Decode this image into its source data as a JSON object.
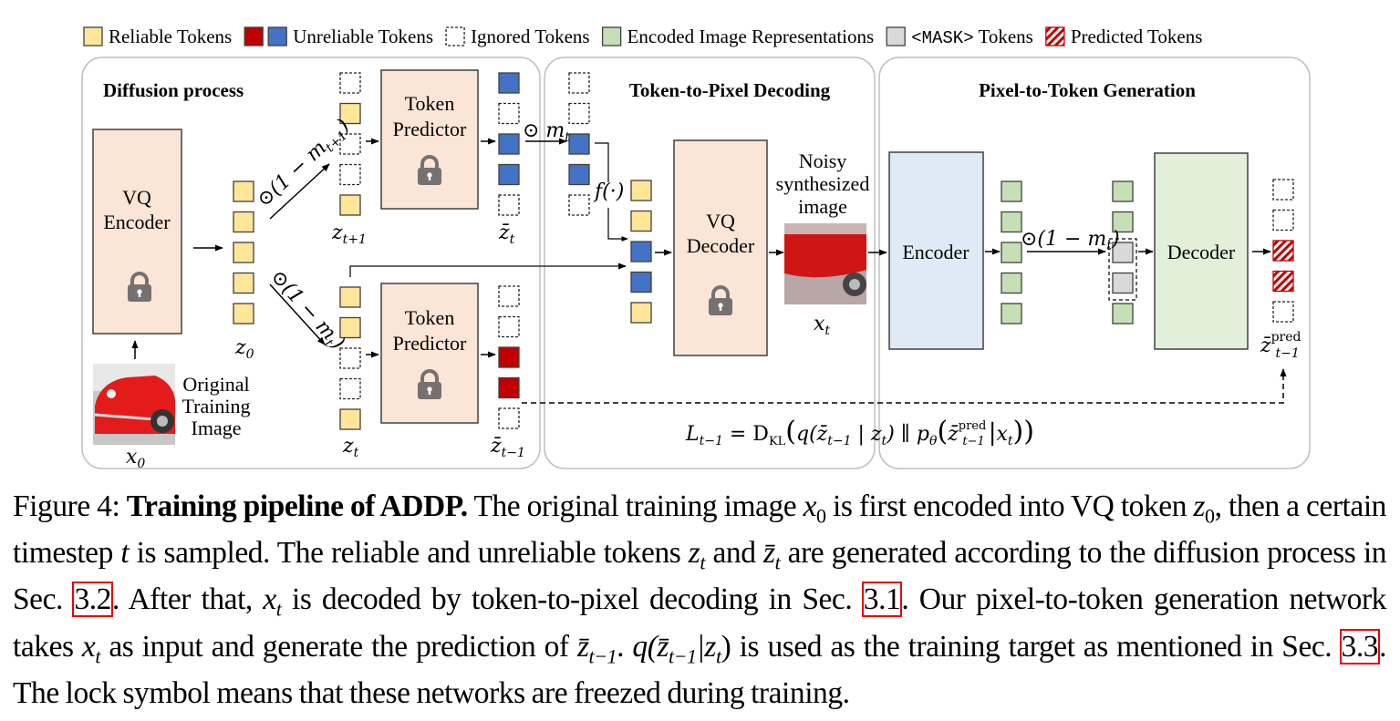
{
  "legend": [
    {
      "label": "Reliable Tokens",
      "swatch": "reliable"
    },
    {
      "label": "Unreliable Tokens",
      "swatch": "unreliable"
    },
    {
      "label": "Ignored Tokens",
      "swatch": "ignored"
    },
    {
      "label": "Encoded Image Representations",
      "swatch": "encoded"
    },
    {
      "label": "<MASK> Tokens",
      "swatch": "mask"
    },
    {
      "label": "Predicted Tokens",
      "swatch": "predicted"
    }
  ],
  "colors": {
    "reliable": "#ffe699",
    "unreliable_blue": "#4472c4",
    "unreliable_red": "#c00000",
    "encoded": "#c5e0b4",
    "mask": "#d9d9d9",
    "predicted": "#c00000",
    "block_peach": "#fbe5d6",
    "block_blue": "#deebf7",
    "block_green": "#e2f0d9",
    "panel_border": "#bfbfbf",
    "ref_box": "#e8000b",
    "lock": "#767171"
  },
  "panels": {
    "diffusion": {
      "title": "Diffusion process",
      "vq_encoder": "VQ\nEncoder",
      "token_predictor_top": "Token\nPredictor",
      "token_predictor_bottom": "Token\nPredictor",
      "original_image_caption": "Original\nTraining\nImage",
      "labels": {
        "x0": "x",
        "x0_sub": "0",
        "z0": "z",
        "z0_sub": "0",
        "zt1": "z",
        "zt1_sub": "t+1",
        "zbar_t": "z̄",
        "zbar_t_sub": "t",
        "zt": "z",
        "zt_sub": "t",
        "zbar_tm1": "z̄",
        "zbar_tm1_sub": "t−1"
      },
      "op_top": "⊙(1 − m",
      "op_top_sub": "t+1",
      "op_bottom": "⊙(1 − m",
      "op_bottom_sub": "t",
      "op_mt": "⊙ m",
      "op_mt_sub": "t",
      "z0_tokens": [
        "reliable",
        "reliable",
        "reliable",
        "reliable",
        "reliable"
      ],
      "zt1_tokens": [
        "ignored",
        "reliable",
        "ignored",
        "ignored",
        "reliable"
      ],
      "zbar_t_tokens": [
        "unreliable_blue",
        "ignored",
        "unreliable_blue",
        "unreliable_blue",
        "ignored"
      ],
      "zt_tokens": [
        "reliable",
        "reliable",
        "ignored",
        "ignored",
        "reliable"
      ],
      "zbar_tm1_tokens": [
        "ignored",
        "ignored",
        "unreliable_red",
        "unreliable_red",
        "ignored"
      ]
    },
    "decoding": {
      "title": "Token-to-Pixel Decoding",
      "vq_decoder": "VQ\nDecoder",
      "f_label": "f(·)",
      "noisy_caption": "Noisy\nsynthesized\nimage",
      "xt": "x",
      "xt_sub": "t",
      "masked_tokens": [
        "ignored",
        "ignored",
        "unreliable_blue",
        "unreliable_blue",
        "ignored"
      ],
      "merged_tokens": [
        "reliable",
        "reliable",
        "unreliable_blue",
        "unreliable_blue",
        "reliable"
      ]
    },
    "generation": {
      "title": "Pixel-to-Token Generation",
      "encoder": "Encoder",
      "decoder": "Decoder",
      "op": "⊙(1 − m",
      "op_sub": "t",
      "encoded_tokens": [
        "encoded",
        "encoded",
        "encoded",
        "encoded",
        "encoded"
      ],
      "masked_tokens": [
        "encoded",
        "encoded",
        "mask",
        "mask",
        "encoded"
      ],
      "pred_tokens": [
        "ignored",
        "ignored",
        "predicted",
        "predicted",
        "ignored"
      ],
      "pred_label": "z̄",
      "pred_sup": "pred",
      "pred_sub": "t−1"
    }
  },
  "loss": {
    "lhs": "L",
    "lhs_sub": "t−1",
    "eq": " = D",
    "kl_sub": "KL",
    "body": "q(z̄",
    "body_sub": "t−1",
    "cond": " | z",
    "cond_sub": "t",
    "mid": ") ∥ p",
    "theta": "θ",
    "pred": "z̄",
    "pred_sup": "pred",
    "pred_sub": "t−1",
    "x": "x",
    "x_sub": "t"
  },
  "caption": {
    "fig": "Figure 4: ",
    "title": "Training pipeline of ADDP.",
    "s1": " The original training image ",
    "x0": "x",
    "x0_sub": "0",
    "s2": " is first encoded into VQ token ",
    "z0": "z",
    "z0_sub": "0",
    "s3": ", then a certain timestep ",
    "t": "t",
    "s4": " is sampled. The reliable and unreliable tokens ",
    "zt": "z",
    "zt_sub": "t",
    "s5": " and ",
    "zbt": "z̄",
    "zbt_sub": "t",
    "s6": " are generated according to the diffusion process in Sec. ",
    "ref1": "3.2",
    "s7": ". After that, ",
    "xt": "x",
    "xt_sub": "t",
    "s8": " is decoded by token-to-pixel decoding in Sec. ",
    "ref2": "3.1",
    "s9": ". Our pixel-to-token generation network takes ",
    "xt2": "x",
    "xt2_sub": "t",
    "s10": " as input and generate the prediction of ",
    "zbtm1": "z̄",
    "zbtm1_sub": "t−1",
    "s11": ". ",
    "q": "q",
    "qpar": "(z̄",
    "q_sub": "t−1",
    "q_cond": "|z",
    "q_cond_sub": "t",
    "q_close": ")",
    "s12": " is used as the training target as mentioned in Sec. ",
    "ref3": "3.3",
    "s13": ". The lock symbol means that these networks are freezed during training."
  }
}
